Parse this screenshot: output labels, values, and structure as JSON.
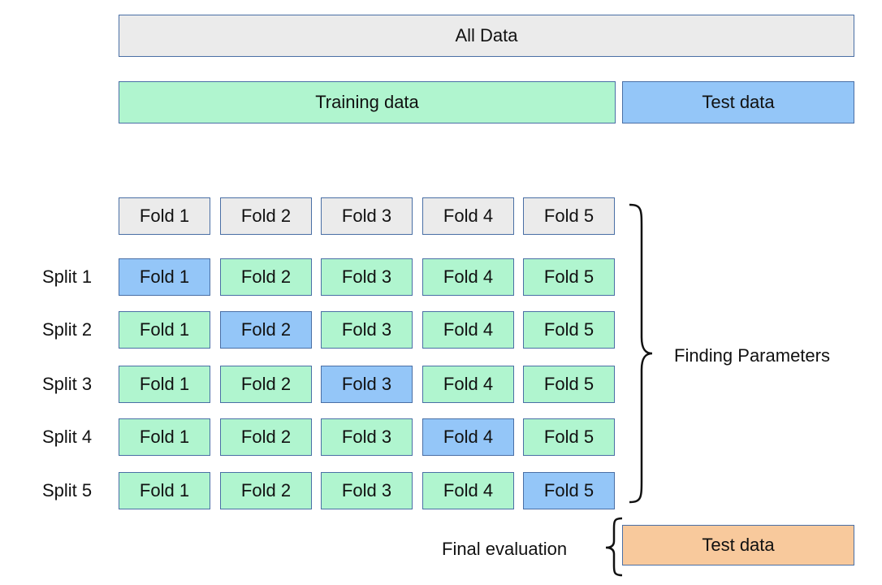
{
  "top": {
    "all_data": "All Data",
    "training_data": "Training data",
    "test_data": "Test data"
  },
  "header_folds": [
    "Fold 1",
    "Fold 2",
    "Fold 3",
    "Fold 4",
    "Fold 5"
  ],
  "splits": [
    {
      "label": "Split 1",
      "test_fold_index": 0,
      "folds": [
        "Fold 1",
        "Fold 2",
        "Fold 3",
        "Fold 4",
        "Fold 5"
      ]
    },
    {
      "label": "Split 2",
      "test_fold_index": 1,
      "folds": [
        "Fold 1",
        "Fold 2",
        "Fold 3",
        "Fold 4",
        "Fold 5"
      ]
    },
    {
      "label": "Split 3",
      "test_fold_index": 2,
      "folds": [
        "Fold 1",
        "Fold 2",
        "Fold 3",
        "Fold 4",
        "Fold 5"
      ]
    },
    {
      "label": "Split 4",
      "test_fold_index": 3,
      "folds": [
        "Fold 1",
        "Fold 2",
        "Fold 3",
        "Fold 4",
        "Fold 5"
      ]
    },
    {
      "label": "Split 5",
      "test_fold_index": 4,
      "folds": [
        "Fold 1",
        "Fold 2",
        "Fold 3",
        "Fold 4",
        "Fold 5"
      ]
    }
  ],
  "annotations": {
    "finding_parameters": "Finding Parameters",
    "final_evaluation": "Final evaluation",
    "final_test_data": "Test data"
  },
  "colors": {
    "all_data": "#ebebeb",
    "training": "#b0f5cf",
    "test": "#94c6f8",
    "final_test": "#f8c99c",
    "border": "#4a6fa5"
  }
}
